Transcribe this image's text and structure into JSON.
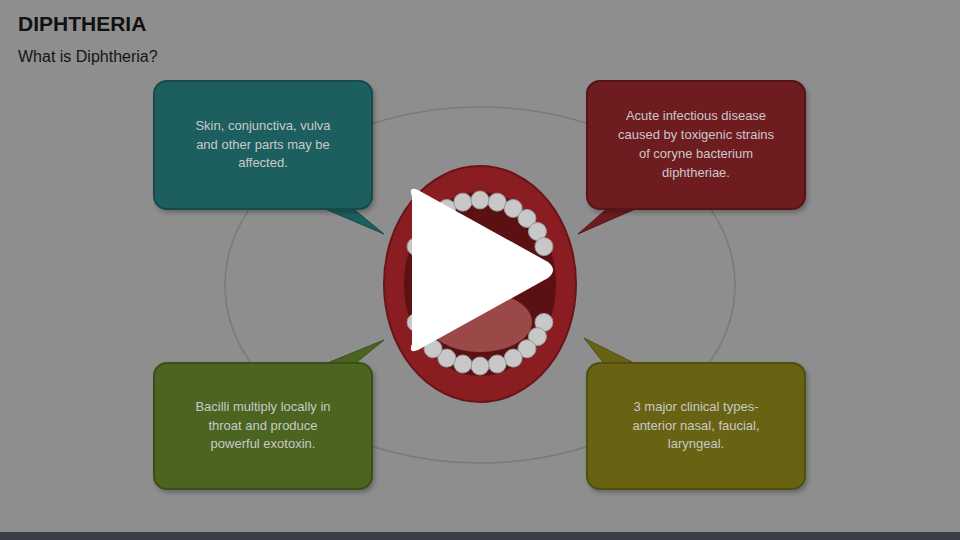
{
  "diagram": {
    "title": "DIPHTHERIA",
    "nodes": [
      {
        "text": [
          "Skin, conjunctiva, vulva and other parts may be affected."
        ]
      },
      {
        "text": [
          "Acute infectious disease caused by toxigenic strains of coryne bacterium diphtheriae."
        ]
      },
      {
        "text": [
          "Bacilli multiply locally in throat and produce powerful exotoxin."
        ]
      },
      {
        "text": [
          "3 major clinical types- anterior nasal, faucial, laryngeal."
        ]
      }
    ],
    "labels": [
      "What is Diphtheria?"
    ]
  }
}
